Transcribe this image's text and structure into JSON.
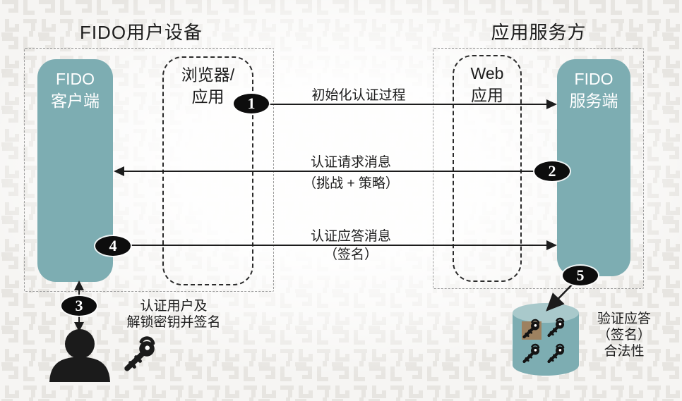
{
  "colors": {
    "teal": "#7dadb2",
    "teal_light": "#a9c9cb",
    "ink": "#1c1c1c",
    "key_pad_tan": "#9d8160",
    "boundary_gray": "#9b9b9b"
  },
  "titles": {
    "left": "FIDO用户设备",
    "right": "应用服务方"
  },
  "nodes": {
    "fido_client": {
      "line1": "FIDO",
      "line2": "客户端"
    },
    "browser": {
      "line1": "浏览器/",
      "line2": "应用"
    },
    "web_app": {
      "line1": "Web",
      "line2": "应用"
    },
    "fido_server": {
      "line1": "FIDO",
      "line2": "服务端"
    }
  },
  "steps": {
    "s1": {
      "num": "1",
      "label": "初始化认证过程"
    },
    "s2": {
      "num": "2",
      "label": "认证请求消息",
      "sub": "（挑战 + 策略）"
    },
    "s3": {
      "num": "3",
      "line1": "认证用户及",
      "line2": "解锁密钥并签名"
    },
    "s4": {
      "num": "4",
      "label": "认证应答消息",
      "sub": "（签名）"
    },
    "s5": {
      "num": "5",
      "line1": "验证应答",
      "line2": "（签名）",
      "line3": "合法性"
    }
  },
  "icons": {
    "user": "user-silhouette",
    "unlock_key": "key-with-lock",
    "keystore": "key-database-cylinder"
  }
}
